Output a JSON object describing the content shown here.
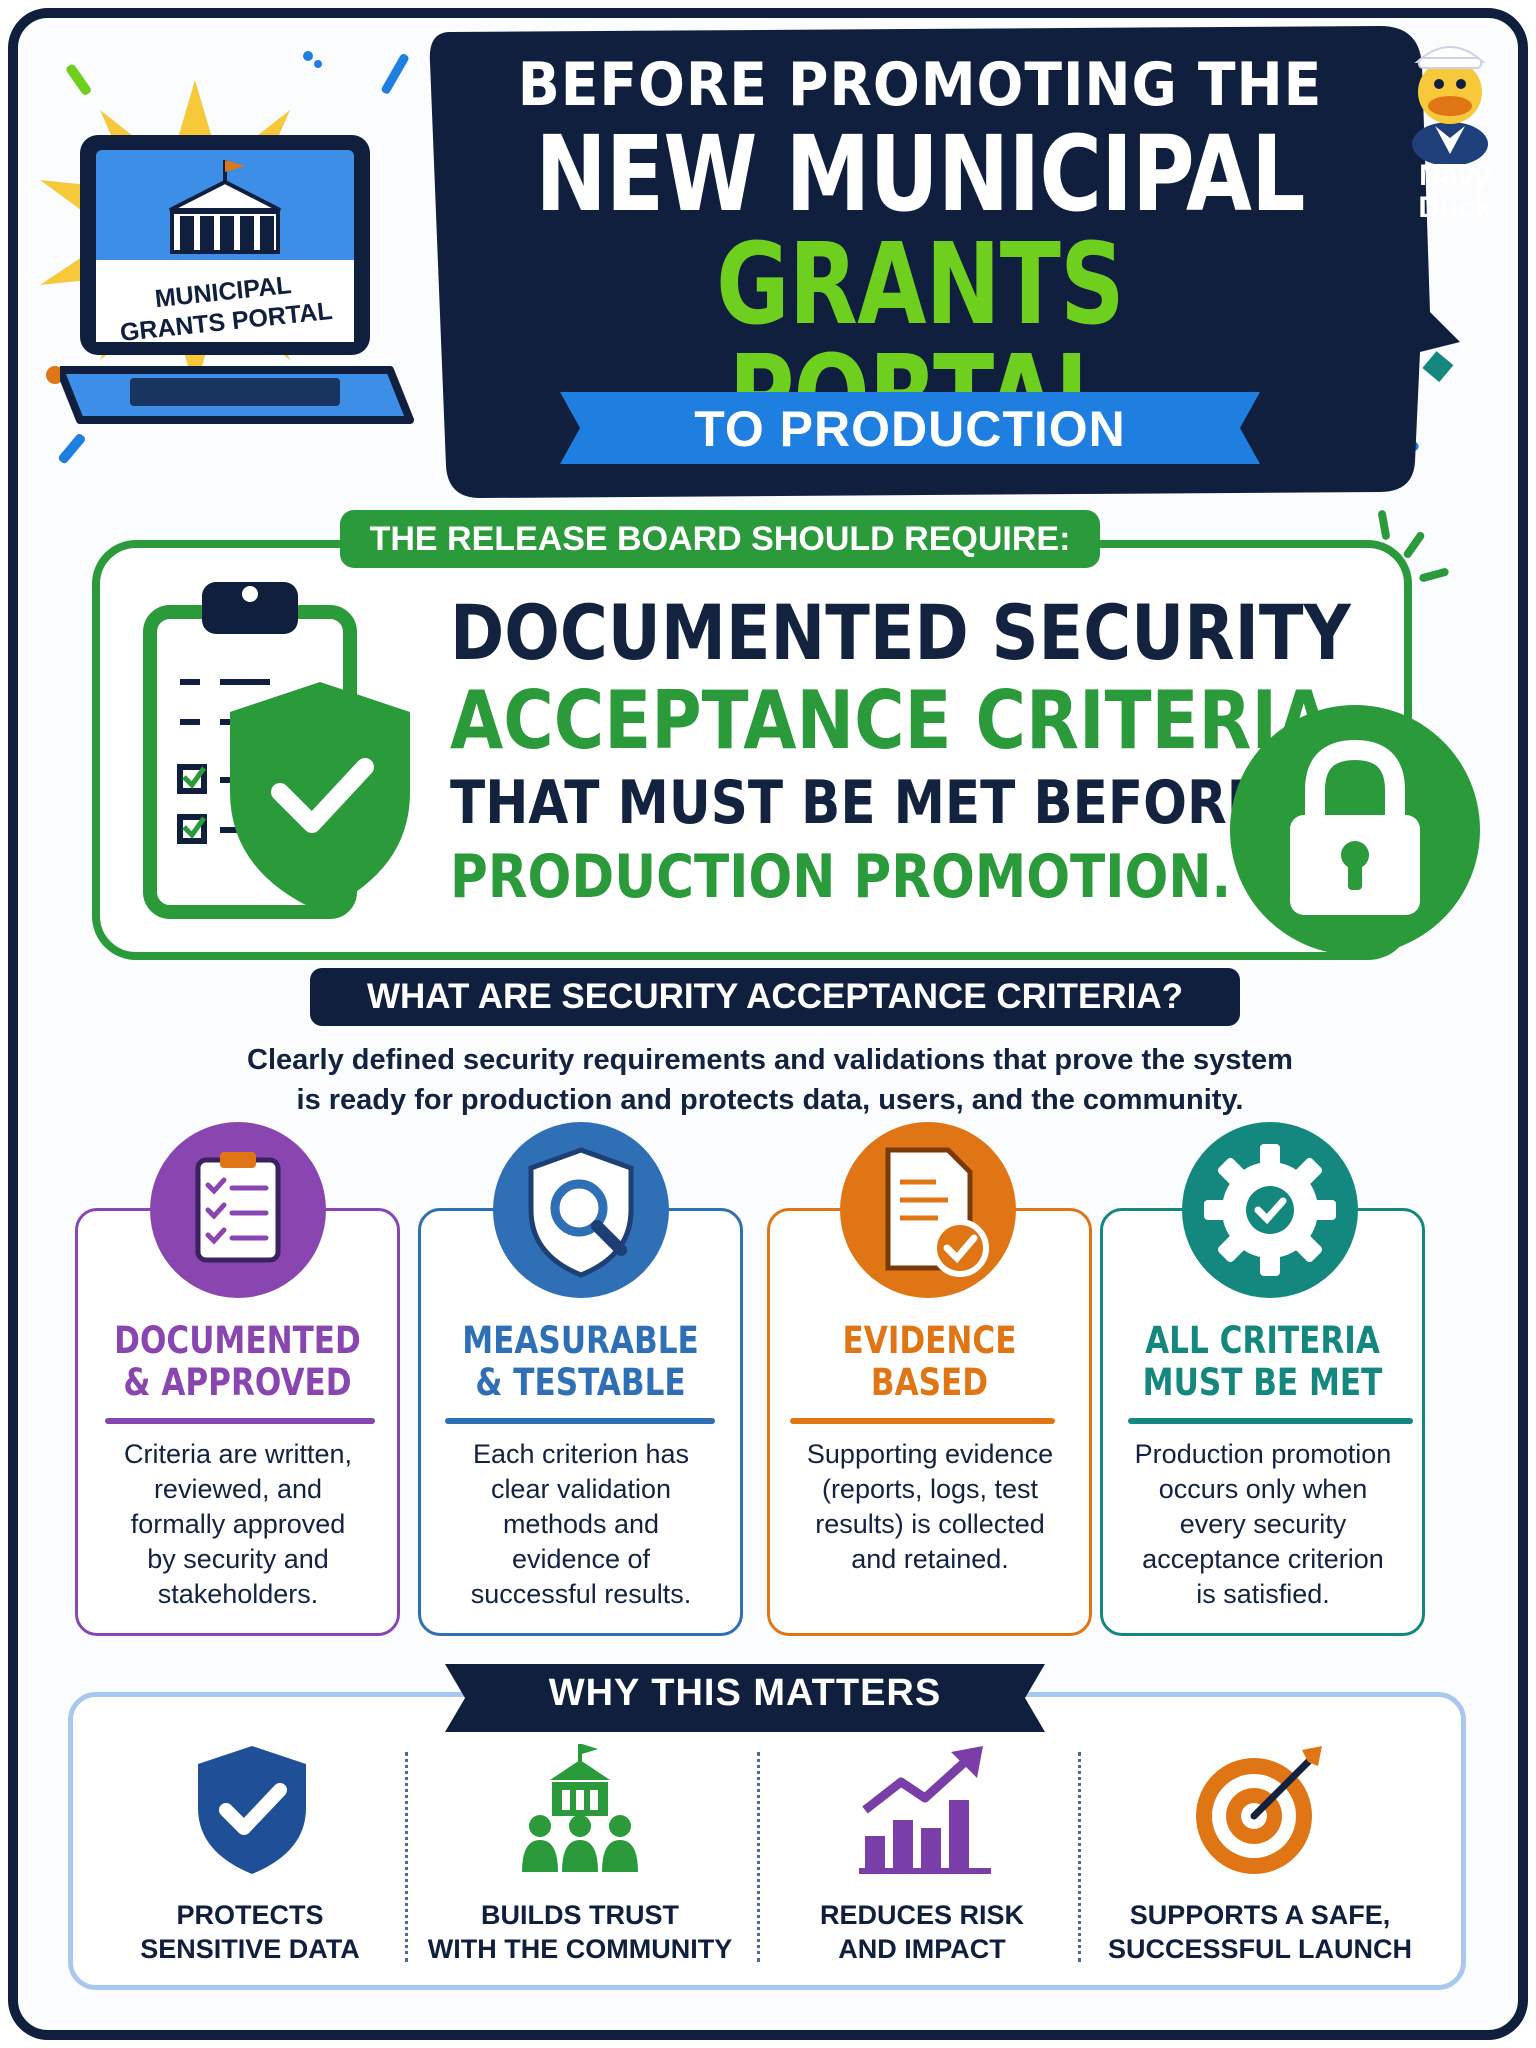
{
  "header": {
    "line1": "BEFORE PROMOTING THE",
    "line2": "NEW MUNICIPAL",
    "line3": "GRANTS PORTAL",
    "ribbon": "TO PRODUCTION",
    "laptop_label_line1": "MUNICIPAL",
    "laptop_label_line2": "GRANTS PORTAL",
    "mascot_name_line1": "Navy",
    "mascot_name_line2": "Duck"
  },
  "board": {
    "tag": "THE RELEASE BOARD SHOULD REQUIRE:",
    "line1": "DOCUMENTED SECURITY",
    "line2": "ACCEPTANCE CRITERIA",
    "line3": "THAT MUST BE MET BEFORE",
    "line4": "PRODUCTION PROMOTION."
  },
  "definition": {
    "heading": "WHAT ARE SECURITY ACCEPTANCE CRITERIA?",
    "description_line1": "Clearly defined security requirements and validations that prove the system",
    "description_line2": "is ready for production and protects data, users, and the community."
  },
  "cards": [
    {
      "title_line1": "DOCUMENTED",
      "title_line2": "& APPROVED",
      "color": "#8a46b0",
      "icon": "checklist-clipboard-icon",
      "desc": [
        "Criteria are written,",
        "reviewed, and",
        "formally approved",
        "by security and",
        "stakeholders."
      ]
    },
    {
      "title_line1": "MEASURABLE",
      "title_line2": "& TESTABLE",
      "color": "#2f6fb5",
      "icon": "shield-magnifier-icon",
      "desc": [
        "Each criterion has",
        "clear validation",
        "methods and",
        "evidence of",
        "successful results."
      ]
    },
    {
      "title_line1": "EVIDENCE",
      "title_line2": "BASED",
      "color": "#e07516",
      "icon": "document-check-icon",
      "desc": [
        "Supporting evidence",
        "(reports, logs, test",
        "results) is collected",
        "and retained."
      ]
    },
    {
      "title_line1": "ALL CRITERIA",
      "title_line2": "MUST BE MET",
      "color": "#14877f",
      "icon": "gear-check-icon",
      "desc": [
        "Production promotion",
        "occurs only when",
        "every security",
        "acceptance criterion",
        "is satisfied."
      ]
    }
  ],
  "why": {
    "title": "WHY THIS MATTERS",
    "items": [
      {
        "line1": "PROTECTS",
        "line2": "SENSITIVE DATA",
        "icon": "shield-check-icon",
        "color": "#1f4f96"
      },
      {
        "line1": "BUILDS TRUST",
        "line2": "WITH THE COMMUNITY",
        "icon": "community-building-icon",
        "color": "#2a9a3a"
      },
      {
        "line1": "REDUCES RISK",
        "line2": "AND IMPACT",
        "icon": "bar-chart-arrow-icon",
        "color": "#7a3ea8"
      },
      {
        "line1": "SUPPORTS A SAFE,",
        "line2": "SUCCESSFUL LAUNCH",
        "icon": "target-arrow-icon",
        "color": "#e07516"
      }
    ]
  },
  "colors": {
    "navy": "#0f1f3d",
    "green": "#2a9a3a",
    "lime": "#6fcf1f",
    "blue": "#1f7fe0"
  }
}
